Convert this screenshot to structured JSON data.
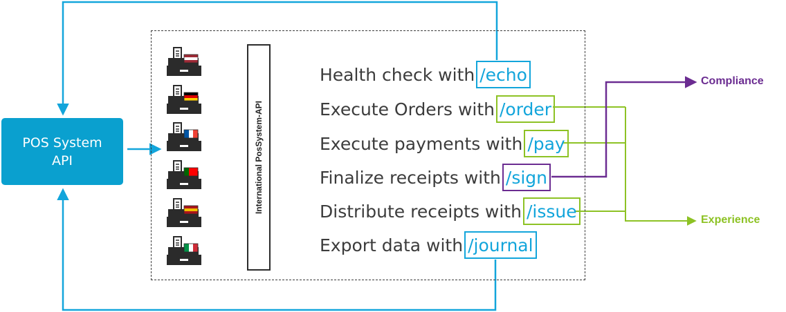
{
  "pos_system": {
    "line1": "POS System",
    "line2": "API"
  },
  "container_label": "International PosSystem-API",
  "registers": [
    {
      "name": "latvia",
      "stripes": [
        "#9e2a36",
        "#ffffff",
        "#9e2a36"
      ],
      "dir": "h"
    },
    {
      "name": "germany",
      "stripes": [
        "#000000",
        "#dd0000",
        "#ffce00"
      ],
      "dir": "h"
    },
    {
      "name": "france",
      "stripes": [
        "#0055a4",
        "#ffffff",
        "#ef4135"
      ],
      "dir": "v"
    },
    {
      "name": "portugal",
      "stripes": [
        "#006600",
        "#ff0000",
        "#ff0000"
      ],
      "dir": "v"
    },
    {
      "name": "spain",
      "stripes": [
        "#aa151b",
        "#f1bf00",
        "#aa151b"
      ],
      "dir": "h"
    },
    {
      "name": "italy",
      "stripes": [
        "#009246",
        "#ffffff",
        "#ce2b37"
      ],
      "dir": "v"
    }
  ],
  "endpoints": [
    {
      "text": "Health check with",
      "endpoint": "/echo",
      "color": "blue"
    },
    {
      "text": "Execute Orders with",
      "endpoint": "/order",
      "color": "green"
    },
    {
      "text": "Execute payments with",
      "endpoint": "/pay",
      "color": "green"
    },
    {
      "text": "Finalize receipts with",
      "endpoint": "/sign",
      "color": "purple"
    },
    {
      "text": "Distribute receipts with",
      "endpoint": "/issue",
      "color": "green"
    },
    {
      "text": "Export data with",
      "endpoint": "/journal",
      "color": "blue"
    }
  ],
  "targets": {
    "compliance": "Compliance",
    "experience": "Experience"
  },
  "colors": {
    "blue": "#12a5db",
    "green": "#8dc224",
    "purple": "#6b2c91",
    "pos_box": "#0aa0cf",
    "text": "#3c3c3c"
  }
}
